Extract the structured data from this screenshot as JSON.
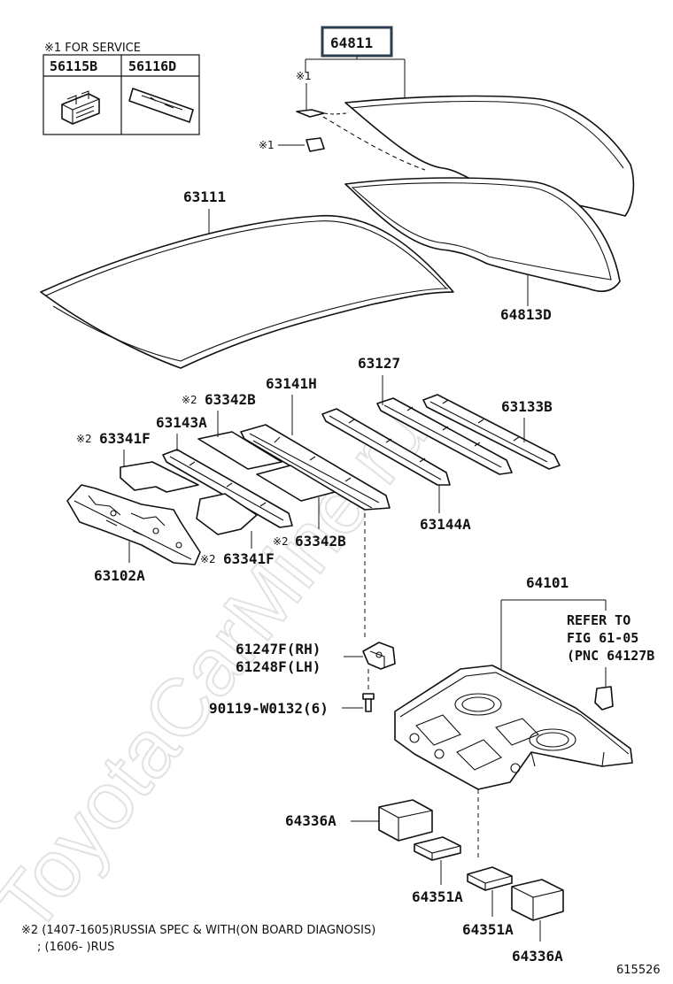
{
  "watermark": "ToyotaCarMine.ru",
  "diagram_id": "615526",
  "service_note": {
    "title": "※1 FOR SERVICE",
    "items": [
      "56115B",
      "56116D"
    ]
  },
  "marks": {
    "service": "※1",
    "russia": "※2"
  },
  "labels": {
    "p64811": "64811",
    "p64813D": "64813D",
    "p63111": "63111",
    "p63141H": "63141H",
    "p63127": "63127",
    "p63133B": "63133B",
    "p63342B_top": "63342B",
    "p63143A": "63143A",
    "p63341F_top": "63341F",
    "p63144A": "63144A",
    "p63342B_bottom": "63342B",
    "p63341F_bottom": "63341F",
    "p63102A": "63102A",
    "p64101": "64101",
    "refer1": "REFER TO",
    "refer2": "FIG 61-05",
    "refer3": "(PNC 64127B",
    "p61247F": "61247F(RH)",
    "p61248F": "61248F(LH)",
    "p90119": "90119-W0132(6)",
    "p64336A_top": "64336A",
    "p64351A_top": "64351A",
    "p64351A_bottom": "64351A",
    "p64336A_bottom": "64336A"
  },
  "footnote": {
    "line1": "※2 (1407-1605)RUSSIA SPEC & WITH(ON BOARD DIAGNOSIS)",
    "line2": "; (1606-      )RUS"
  }
}
